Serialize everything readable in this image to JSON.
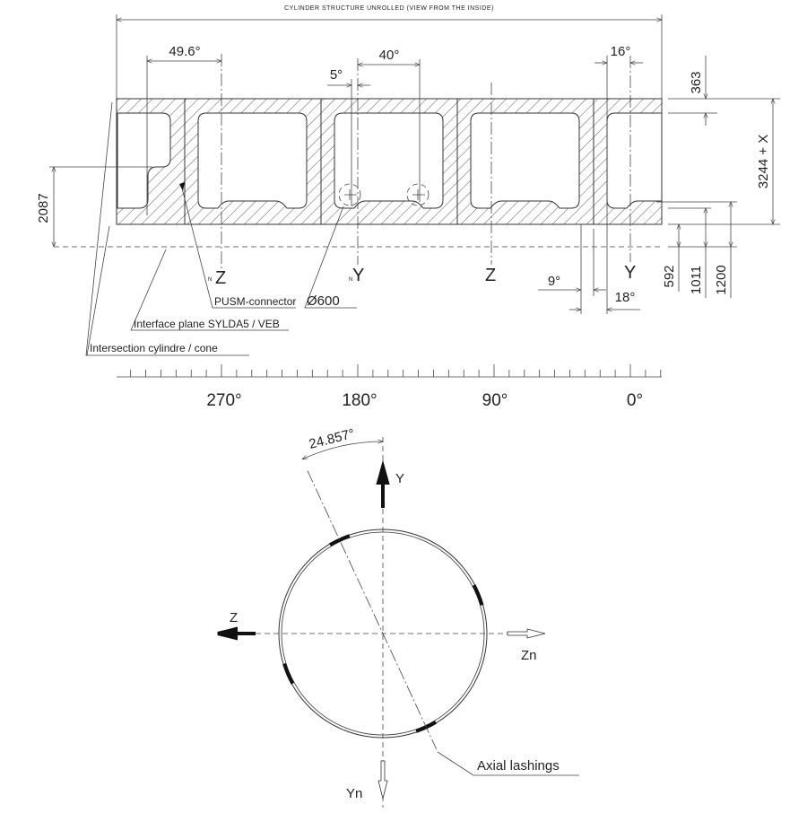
{
  "title": "CYLINDER STRUCTURE UNROLLED (VIEW FROM THE INSIDE)",
  "angles": {
    "a1": "49.6°",
    "a2": "40°",
    "a3": "5°",
    "a4": "16°",
    "a5": "9°",
    "a6": "18°"
  },
  "dimensions": {
    "d363": "363",
    "height": "3244 + X",
    "d592": "592",
    "d1011": "1011",
    "d1200": "1200",
    "d2087": "2087"
  },
  "axis_labels": {
    "z1": "Z",
    "y1": "Y",
    "z2": "Z",
    "y2": "Y",
    "n_mark": "N"
  },
  "callouts": {
    "pusm": "PUSM-connector",
    "interface": "Interface plane SYLDA5 / VEB",
    "intersection": "Intersection cylindre / cone",
    "hole": "Ø600"
  },
  "scale": {
    "labels": [
      "270°",
      "180°",
      "90°",
      "0°"
    ],
    "label_degrees": [
      270,
      180,
      90,
      0
    ],
    "tick_step_degrees": 10
  },
  "section": {
    "angle_value": 24.857,
    "angle_label": "24.857°",
    "y": "Y",
    "z": "Z",
    "zn": "Zn",
    "yn": "Yn",
    "lashings": "Axial lashings"
  }
}
